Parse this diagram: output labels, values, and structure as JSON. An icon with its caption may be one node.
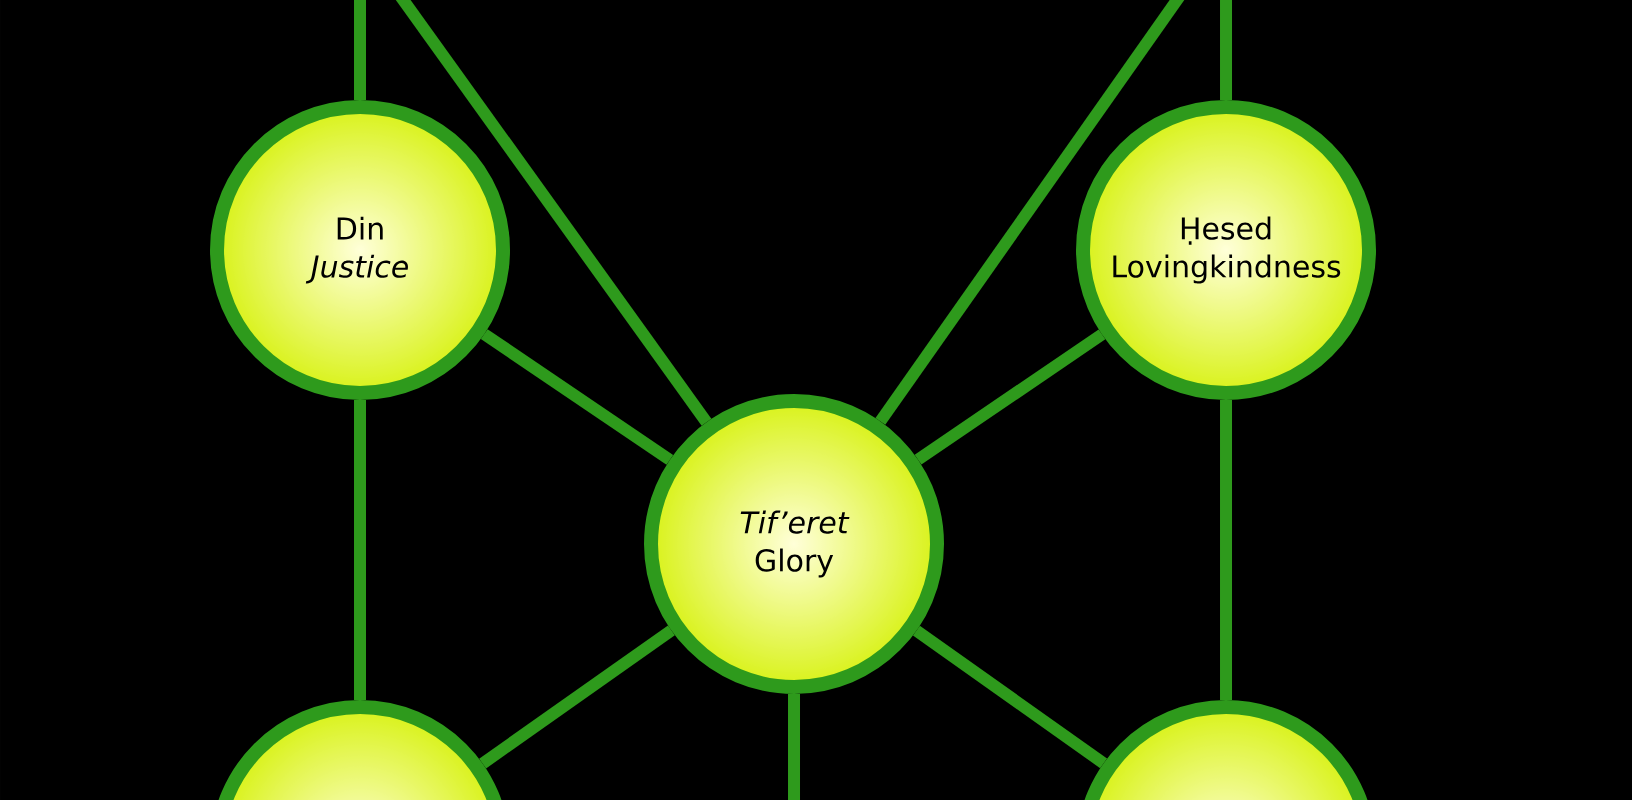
{
  "diagram": {
    "nodes": [
      {
        "text": [
          "Din",
          "Justice"
        ]
      },
      {
        "text": [
          "Ḥesed",
          "Lovingkindness"
        ]
      },
      {
        "text": [
          "Tif’eret",
          "Glory"
        ]
      },
      {
        "text": [],
        "shape": "circle"
      },
      {
        "text": [],
        "shape": "circle"
      }
    ],
    "edges": [
      {
        "from": null,
        "to": 2,
        "arrow": "none"
      },
      {
        "from": null,
        "to": 2,
        "arrow": "none"
      },
      {
        "from": null,
        "to": 0,
        "arrow": "none"
      },
      {
        "from": null,
        "to": 1,
        "arrow": "none"
      },
      {
        "from": 0,
        "to": 2,
        "arrow": "none"
      },
      {
        "from": 1,
        "to": 2,
        "arrow": "none"
      },
      {
        "from": 0,
        "to": 3,
        "arrow": "none"
      },
      {
        "from": 1,
        "to": 4,
        "arrow": "none"
      },
      {
        "from": 2,
        "to": 3,
        "arrow": "none"
      },
      {
        "from": 2,
        "to": 4,
        "arrow": "none"
      },
      {
        "from": 2,
        "to": null,
        "arrow": "none"
      }
    ]
  }
}
